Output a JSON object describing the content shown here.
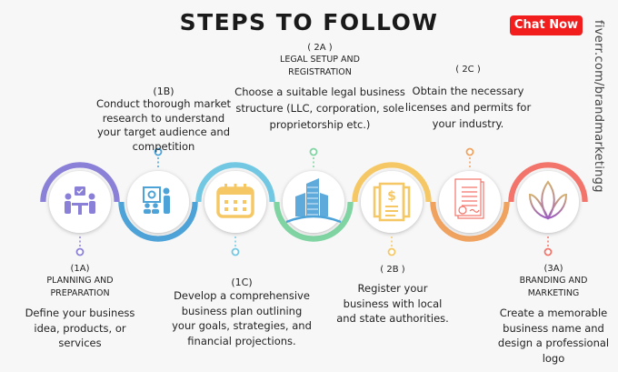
{
  "title": "STEPS TO FOLLOW",
  "chat_button": "Chat Now",
  "watermark": "fiverr.com/brandmarketingg",
  "colors": {
    "purple": "#8b80d8",
    "blue": "#4da3d8",
    "cyan": "#72c8e2",
    "green": "#7fd4a2",
    "yellow": "#f5c865",
    "orange": "#f0a25f",
    "red": "#f2746a",
    "chat": "#f21d1d"
  },
  "steps": [
    {
      "code": "(1A)",
      "heading": [
        "PLANNING AND",
        "PREPARATION"
      ],
      "desc": [
        "Define your business",
        "idea, products, or",
        "services"
      ],
      "icon": "meeting-icon"
    },
    {
      "code": "(1B)",
      "heading": [],
      "desc": [
        "Conduct thorough market",
        "research to understand",
        "your target audience and",
        "competition"
      ],
      "icon": "presentation-icon"
    },
    {
      "code": "(1C)",
      "heading": [],
      "desc": [
        "Develop a comprehensive",
        "business plan outlining",
        "your goals, strategies, and",
        "financial projections."
      ],
      "icon": "calendar-icon"
    },
    {
      "code": "( 2A )",
      "heading": [
        "LEGAL SETUP AND",
        "REGISTRATION"
      ],
      "desc": [
        "Choose a suitable legal business",
        "structure  (LLC, corporation, sole",
        "proprietorship etc.)"
      ],
      "icon": "building-icon"
    },
    {
      "code": "( 2B )",
      "heading": [],
      "desc": [
        "Register your",
        "business with local",
        "and state authorities."
      ],
      "icon": "document-dollar-icon"
    },
    {
      "code": "( 2C )",
      "heading": [],
      "desc": [
        "Obtain the necessary",
        "licenses and permits for",
        "your industry."
      ],
      "icon": "license-icon"
    },
    {
      "code": "(3A)",
      "heading": [
        "BRANDING AND",
        "MARKETING"
      ],
      "desc": [
        "Create a memorable",
        "business name and",
        "design a professional",
        "logo"
      ],
      "icon": "lotus-icon"
    }
  ]
}
